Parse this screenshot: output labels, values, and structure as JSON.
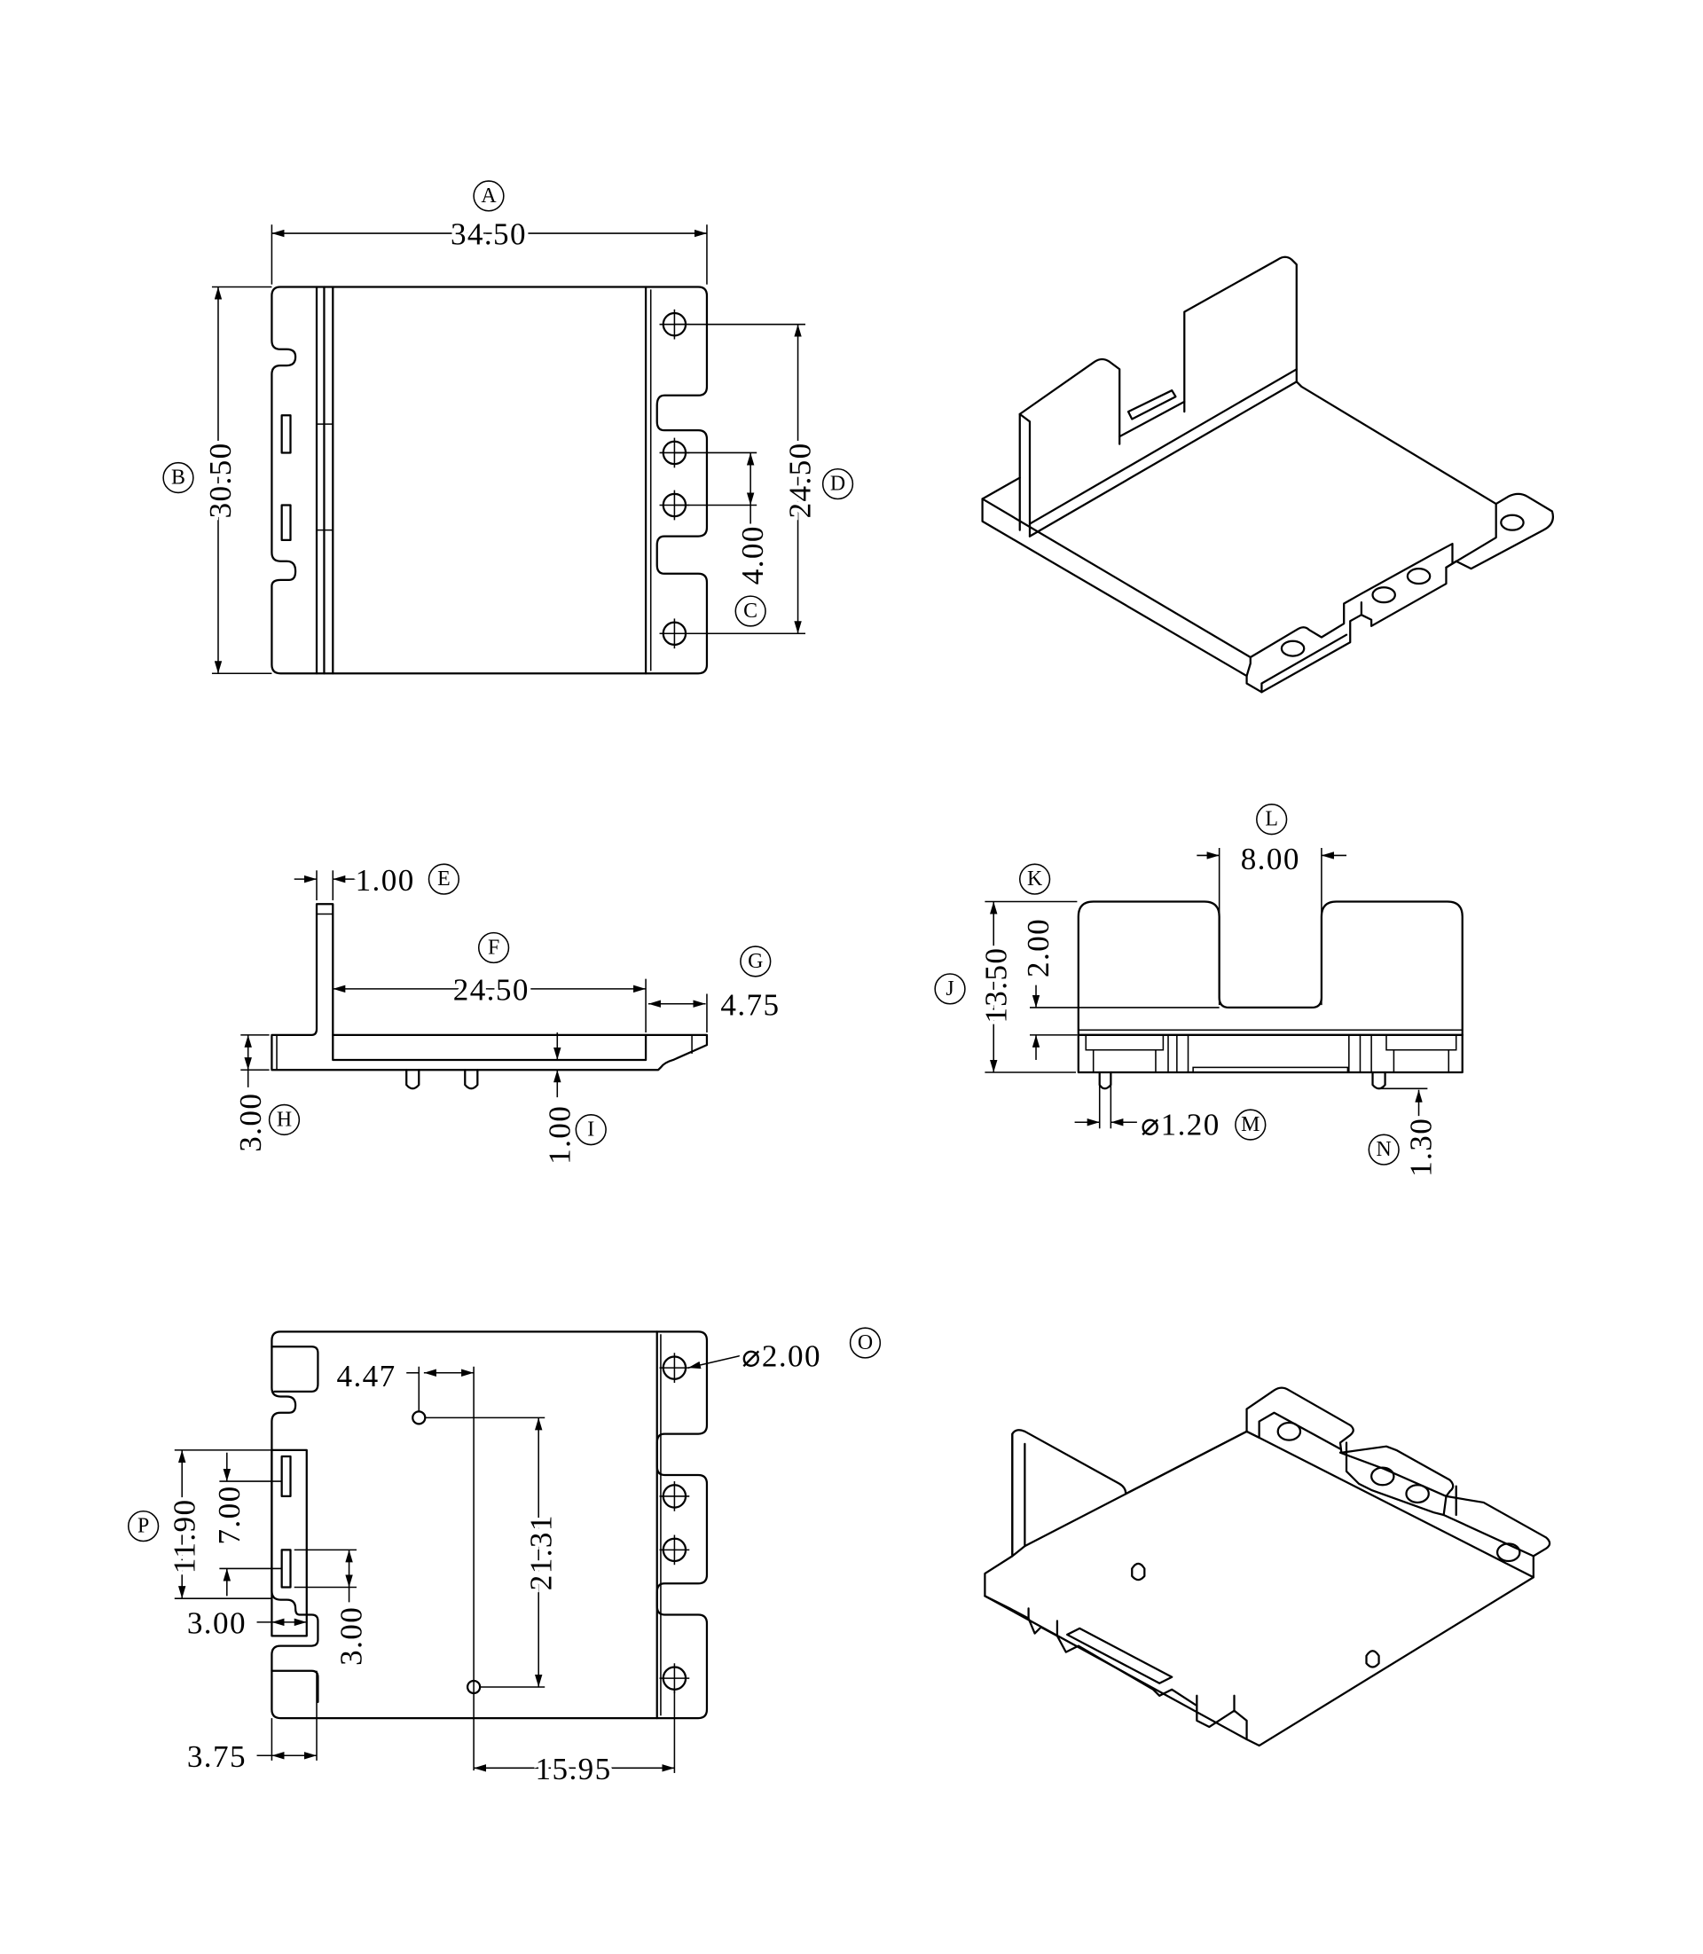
{
  "title": "Bracket technical drawing",
  "views": {
    "top": {
      "A": {
        "label": "A",
        "value": "34.50"
      },
      "B": {
        "label": "B",
        "value": "30.50"
      },
      "C": {
        "label": "C",
        "value": "4.00"
      },
      "D": {
        "label": "D",
        "value": "24.50"
      }
    },
    "side": {
      "E": {
        "label": "E",
        "value": "1.00"
      },
      "F": {
        "label": "F",
        "value": "24.50"
      },
      "G": {
        "label": "G",
        "value": "4.75"
      },
      "H": {
        "label": "H",
        "value": "3.00"
      },
      "I": {
        "label": "I",
        "value": "1.00"
      }
    },
    "front": {
      "J": {
        "label": "J",
        "value": "13.50"
      },
      "K": {
        "label": "K",
        "value": "2.00"
      },
      "L": {
        "label": "L",
        "value": "8.00"
      },
      "M": {
        "label": "M",
        "value": "⌀1.20"
      },
      "N": {
        "label": "N",
        "value": "1.30"
      }
    },
    "bottom": {
      "O": {
        "label": "O",
        "value": "⌀2.00"
      },
      "P": {
        "label": "P",
        "value": "11.90"
      },
      "d_7_00": "7.00",
      "d_4_47": "4.47",
      "d_21_31": "21.31",
      "d_15_95": "15.95",
      "d_3_75": "3.75",
      "d_3_00_h": "3.00",
      "d_3_00_v": "3.00"
    }
  }
}
